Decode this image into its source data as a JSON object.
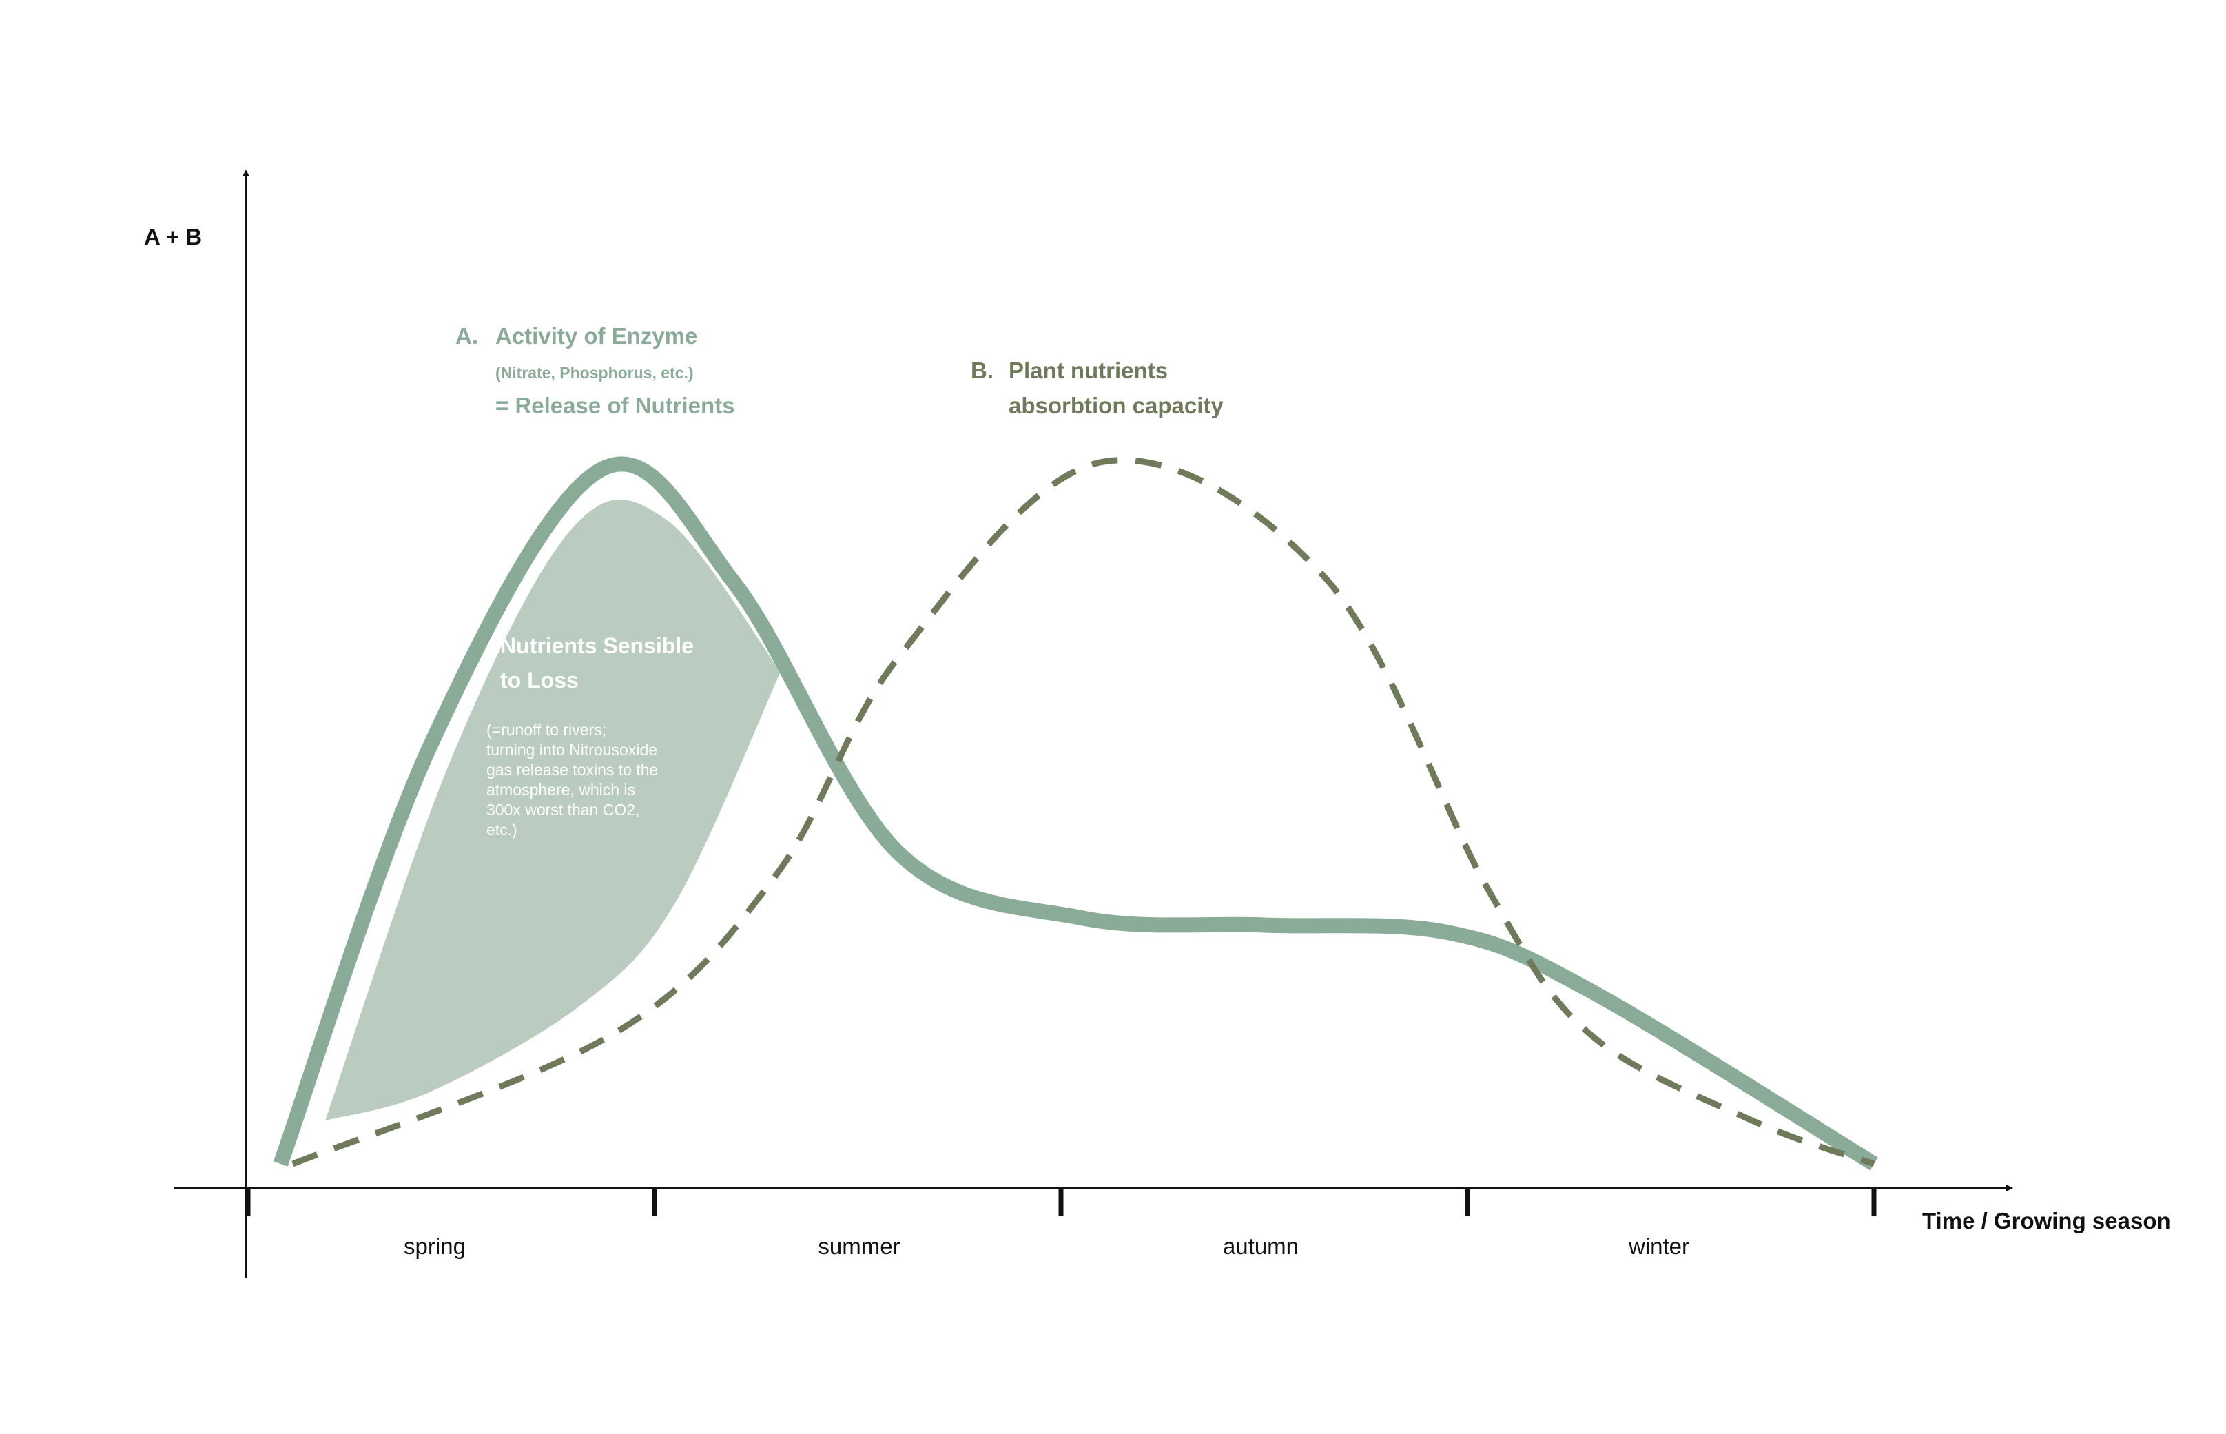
{
  "chart_data": {
    "type": "line",
    "ylabel": "A + B",
    "xlabel": "Time / Growing season",
    "categories": [
      "spring",
      "summer",
      "autumn",
      "winter"
    ],
    "xlim": [
      0,
      4
    ],
    "ylim": [
      0,
      1
    ],
    "series": [
      {
        "key": "A",
        "marker": "A.",
        "name": "Activity of Enzyme",
        "subtitle": "(Nitrate, Phosphorus, etc.)",
        "name_line2": "= Release of Nutrients",
        "style": "solid",
        "color": "#8aab98",
        "points": [
          [
            0.08,
            0.02
          ],
          [
            0.45,
            0.6
          ],
          [
            0.87,
            0.98
          ],
          [
            1.2,
            0.82
          ],
          [
            1.6,
            0.45
          ],
          [
            2.05,
            0.36
          ],
          [
            2.5,
            0.35
          ],
          [
            2.95,
            0.34
          ],
          [
            3.3,
            0.26
          ],
          [
            4.0,
            0.02
          ]
        ]
      },
      {
        "key": "B",
        "marker": "B.",
        "name": "Plant nutrients",
        "name_line2": "absorbtion capacity",
        "style": "dashed",
        "color": "#6e7a5a",
        "points": [
          [
            0.11,
            0.02
          ],
          [
            0.9,
            0.2
          ],
          [
            1.3,
            0.42
          ],
          [
            1.6,
            0.72
          ],
          [
            2.1,
            0.99
          ],
          [
            2.65,
            0.83
          ],
          [
            3.05,
            0.4
          ],
          [
            3.3,
            0.2
          ],
          [
            3.7,
            0.08
          ],
          [
            4.0,
            0.02
          ]
        ]
      }
    ],
    "annotation": {
      "title_line1": "Nutrients Sensible",
      "title_line2": "to Loss",
      "body": [
        "(=runoff to rivers;",
        "turning into Nitrousoxide",
        "gas release toxins to the",
        "atmosphere, which is",
        "300x worst than CO2,",
        "etc.)"
      ],
      "fill_color": "#b9ccbf"
    },
    "grid": false,
    "legend": "inline labels"
  }
}
